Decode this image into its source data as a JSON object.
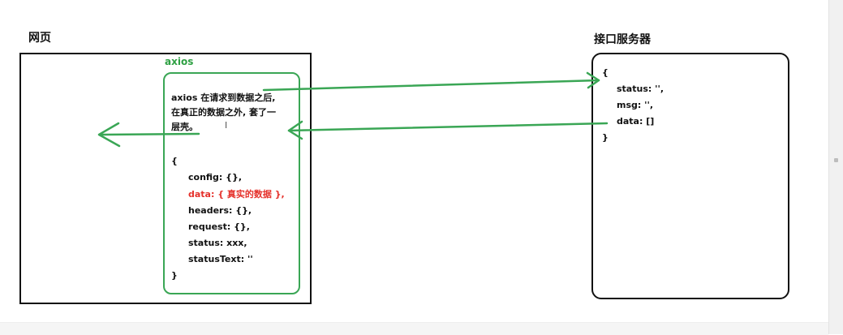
{
  "webpage": {
    "label": "网页"
  },
  "server": {
    "label": "接口服务器",
    "lines": [
      "{",
      "status: '',",
      "msg: '',",
      "data: []",
      "}"
    ]
  },
  "axios": {
    "title": "axios",
    "description": [
      "axios 在请求到数据之后,",
      "在真正的数据之外, 套了一",
      "层壳。"
    ],
    "code": [
      "{",
      "config: {},",
      "data: { 真实的数据 },",
      "headers: {},",
      "request: {},",
      "status: xxx,",
      "statusText: ''",
      "}"
    ]
  },
  "cursor": {
    "glyph": "I"
  },
  "colors": {
    "arrow": "#3aa655",
    "highlight": "#e5312b",
    "axios_title": "#2ea043"
  }
}
